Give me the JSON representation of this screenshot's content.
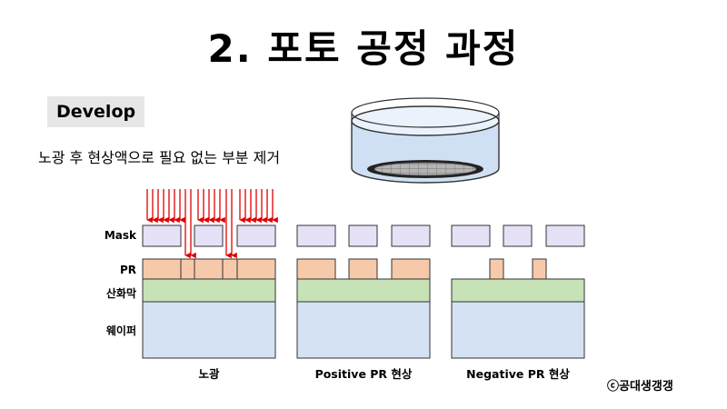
{
  "title": "2. 포토 공정 과정",
  "step": "Develop",
  "description": "노광 후 현상액으로 필요 없는 부분 제거",
  "layers": {
    "mask": "Mask",
    "pr": "PR",
    "oxide": "산화막",
    "wafer": "웨이퍼"
  },
  "panels": [
    {
      "caption": "노광"
    },
    {
      "caption": "Positive PR 현상"
    },
    {
      "caption": "Negative PR 현상"
    }
  ],
  "credit": "ⓒ공대생갱갱",
  "colors": {
    "mask": "#e6e1f7",
    "pr": "#f6c9ab",
    "oxide": "#c7e2b6",
    "wafer": "#d5e2f3",
    "arrow": "#e00000",
    "liquid": "#cfe0f4"
  }
}
